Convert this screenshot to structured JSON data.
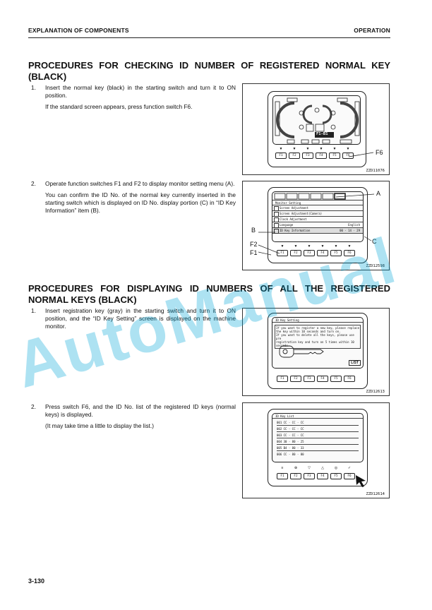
{
  "header": {
    "left": "EXPLANATION OF COMPONENTS",
    "right": "OPERATION"
  },
  "section1": {
    "title": "PROCEDURES FOR CHECKING ID NUMBER OF REGISTERED NORMAL KEY (BLACK)",
    "steps": [
      {
        "num": "1.",
        "text": "Insert the normal key (black) in the starting switch and turn it to ON position.",
        "text2": "If the standard screen appears, press function switch F6."
      },
      {
        "num": "2.",
        "text": "Operate function switches F1 and F2 to display monitor setting menu (A).",
        "text2": "You can confirm the ID No. of the normal key currently inserted in the starting switch which is displayed on ID No. display portion (C) in “ID Key Information” item (B)."
      }
    ]
  },
  "section2": {
    "title": "PROCEDURES FOR DISPLAYING ID NUMBERS OF ALL THE REGISTERED NORMAL KEYS (BLACK)",
    "steps": [
      {
        "num": "1.",
        "text": "Insert registration key (gray) in the starting switch and turn it to ON position, and the “ID Key Setting” screen is displayed on the machine monitor."
      },
      {
        "num": "2.",
        "text": "Press switch F6, and the ID No. list of the registered ID keys (normal keys) is displayed.",
        "text2": "(It may take time a little to display the list.)"
      }
    ]
  },
  "function_keys": [
    "F1",
    "F2",
    "F3",
    "F4",
    "F5",
    "F6"
  ],
  "fig1": {
    "code": "ZZD11076",
    "callout": "F6",
    "mode": "F1-B1"
  },
  "fig2": {
    "code": "ZZD12598",
    "callouts": {
      "a": "A",
      "b": "B",
      "c": "C",
      "f1": "F1",
      "f2": "F2"
    },
    "title": "Monitor Setting",
    "items": [
      "Screen Adjustment",
      "Screen Adjustment(Camera)",
      "Clock Adjustment",
      "Language",
      "ID Key Information"
    ],
    "language_value": "English",
    "id_value": "00 · 14 · 29"
  },
  "fig3": {
    "code": "ZZD12613",
    "title": "ID Key Setting",
    "lines": [
      "If you want to register a new key, please replace",
      "the key within 10 seconds and turn on.",
      "If you want to delete all the keys, please use pre",
      "registration key and turn on 5 times within 10 seconds."
    ],
    "list_button": "LIST"
  },
  "fig4": {
    "code": "ZZD12614",
    "title": "ID Key List",
    "rows": [
      "001  CC · CC · CC",
      "002  CC · CC · CC",
      "003  CC · CC · CC",
      "004  30 · 80 · 25",
      "005  B4 · 80 · 33",
      "006  CC · 80 · 80"
    ]
  },
  "watermark": "AutoManual",
  "page_number": "3-130"
}
